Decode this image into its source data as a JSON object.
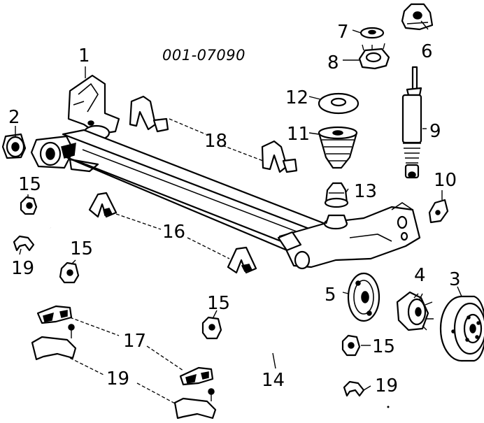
{
  "diagram": {
    "code": "001-07090",
    "callouts": {
      "c1": "1",
      "c2": "2",
      "c3": "3",
      "c4": "4",
      "c5": "5",
      "c6": "6",
      "c7": "7",
      "c8": "8",
      "c9": "9",
      "c10": "10",
      "c11": "11",
      "c12": "12",
      "c13": "13",
      "c14": "14",
      "c15a": "15",
      "c15b": "15",
      "c15c": "15",
      "c15d": "15",
      "c16": "16",
      "c17": "17",
      "c18": "18",
      "c19a": "19",
      "c19b": "19",
      "c19c": "19"
    }
  }
}
